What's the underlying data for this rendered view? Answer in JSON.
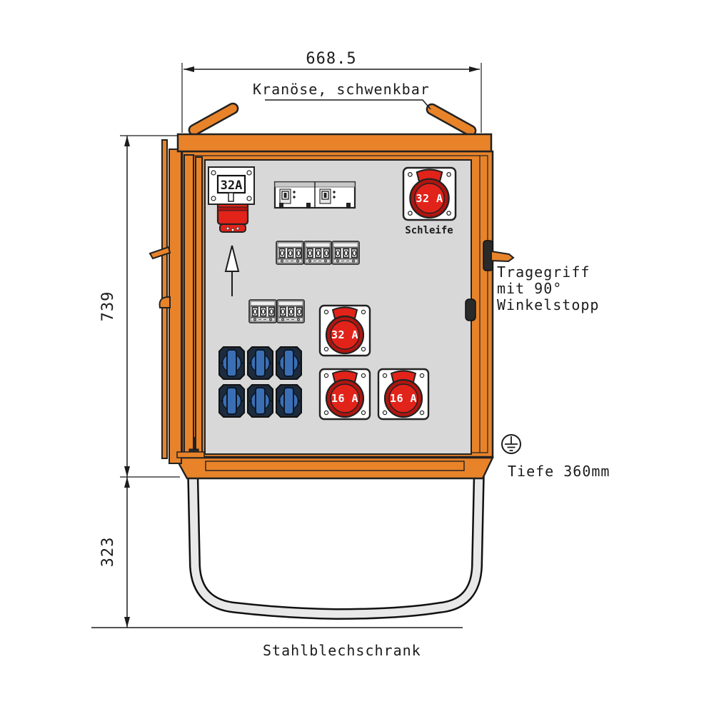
{
  "drawing": {
    "dimensions": {
      "width": "668.5",
      "cabinet_height": "739",
      "stand_height": "323",
      "depth_note": "Tiefe 360mm"
    },
    "annotations": {
      "crane_eye": "Kranöse, schwenkbar",
      "handle": [
        "Tragegriff",
        "mit 90°",
        "Winkelstopp"
      ],
      "cabinet_type": "Stahlblechschrank"
    },
    "components": {
      "inlet_plug_label": "32A",
      "loop_socket_label": "32 A",
      "loop_socket_caption": "Schleife",
      "socket_32a_label": "32 A",
      "socket_16a_left_label": "16 A",
      "socket_16a_right_label": "16 A",
      "schuko_socket_count": 6,
      "mcb_group_count": 5,
      "rcd_module_count": 2
    }
  },
  "colors": {
    "orange": "#e8832a",
    "red": "#e2231a",
    "red-dark": "#b01510",
    "blue": "#3a6fb5",
    "blue-dark": "#1d2b3e",
    "panel": "#d8d8d8",
    "stand": "#e8e8e8",
    "line": "#1c1c1c"
  }
}
